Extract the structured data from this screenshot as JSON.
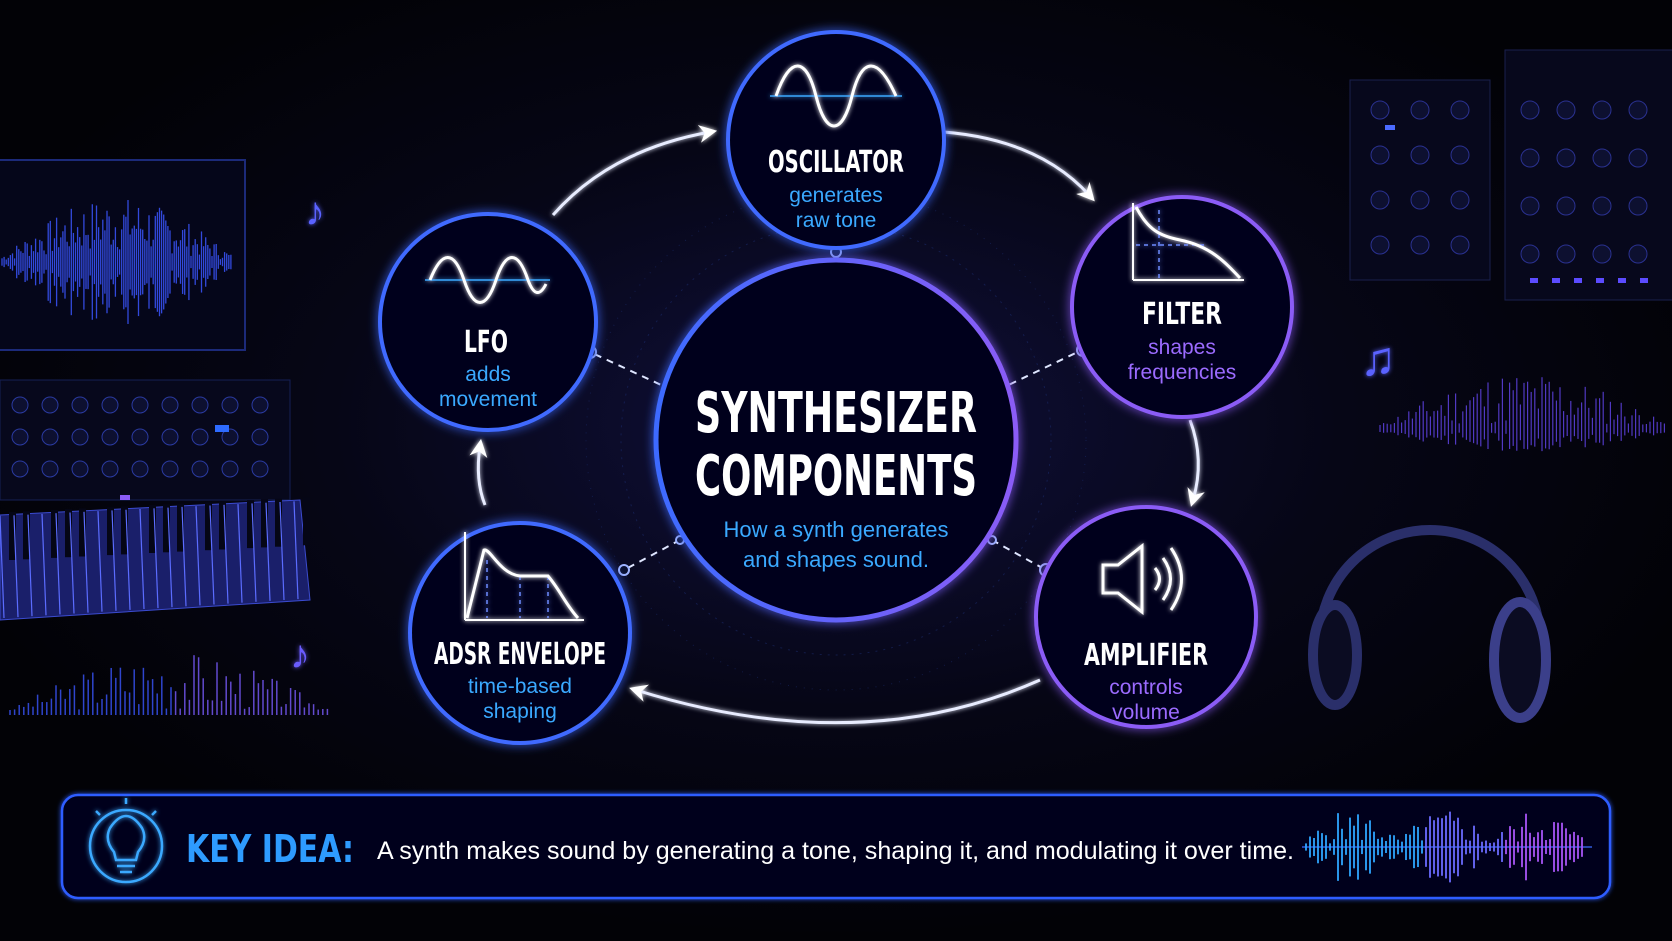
{
  "center": {
    "title_line1": "SYNTHESIZER",
    "title_line2": "COMPONENTS",
    "subtitle_line1": "How a synth generates",
    "subtitle_line2": "and shapes sound."
  },
  "nodes": {
    "oscillator": {
      "title": "OSCILLATOR",
      "line1": "generates",
      "line2": "raw tone",
      "icon": "sine-wave-icon"
    },
    "filter": {
      "title": "FILTER",
      "line1": "shapes",
      "line2": "frequencies",
      "icon": "lowpass-filter-curve-icon"
    },
    "amplifier": {
      "title": "AMPLIFIER",
      "line1": "controls",
      "line2": "volume",
      "icon": "speaker-icon"
    },
    "adsr": {
      "title": "ADSR ENVELOPE",
      "line1": "time-based",
      "line2": "shaping",
      "icon": "envelope-curve-icon"
    },
    "lfo": {
      "title": "LFO",
      "line1": "adds",
      "line2": "movement",
      "icon": "sine-wave-icon"
    }
  },
  "key_idea": {
    "label": "KEY IDEA:",
    "text": "A synth makes sound by generating a tone, shaping it, and modulating it over time.",
    "icon": "lightbulb-icon"
  },
  "colors": {
    "blue": "#3f6bff",
    "cyan": "#2ea6ff",
    "purple": "#8b5cf6",
    "background": "#03030a"
  }
}
